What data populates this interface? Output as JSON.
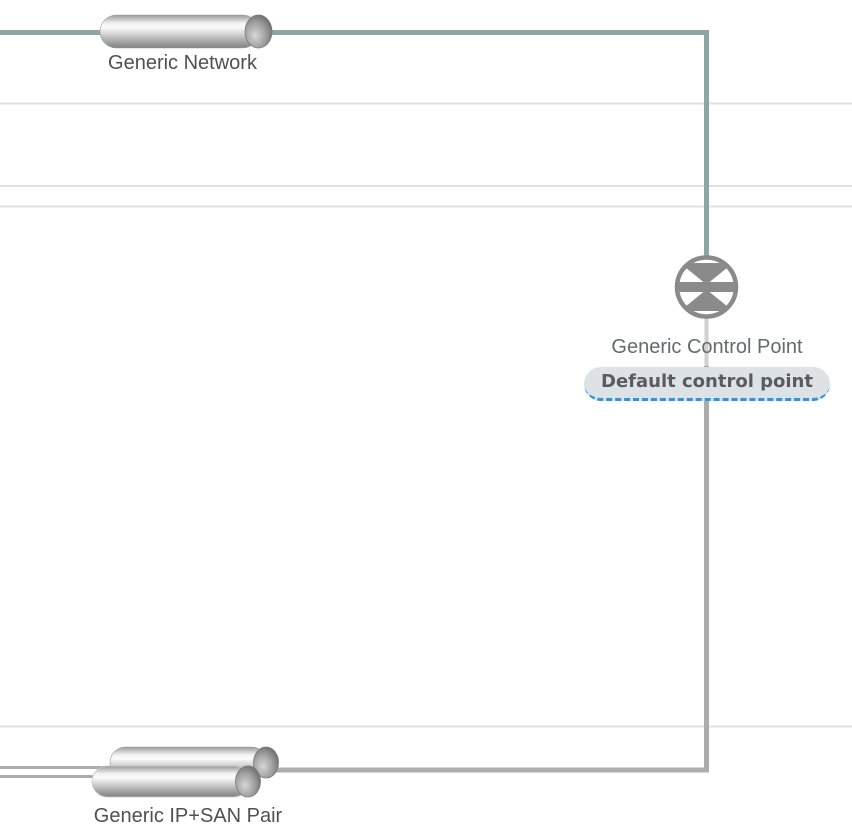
{
  "diagram": {
    "nodes": {
      "network": {
        "label": "Generic Network",
        "icon": "cylinder-icon"
      },
      "control_point": {
        "label": "Generic Control Point",
        "icon": "bowtie-circle-icon",
        "badge": "Default control point"
      },
      "ip_san_pair": {
        "label": "Generic IP+SAN Pair",
        "icon": "double-cylinder-icon"
      }
    },
    "links": {
      "network_to_control": {
        "color": "#8ca6a3"
      },
      "control_to_pair": {
        "color": "#acacac"
      },
      "pair_left_stubs": {
        "color": "#acacac"
      }
    },
    "colors": {
      "canvas_bg": "#ffffff",
      "gridline": "#e1e1e1",
      "icon_gray": "#8a8a8a",
      "label": "#4e5154",
      "control_label": "#66696d",
      "light_link_segment": "#ced1d2",
      "badge_bg": "#dde2e6",
      "badge_text": "#585c60",
      "badge_dash": "#2b96d9"
    }
  }
}
